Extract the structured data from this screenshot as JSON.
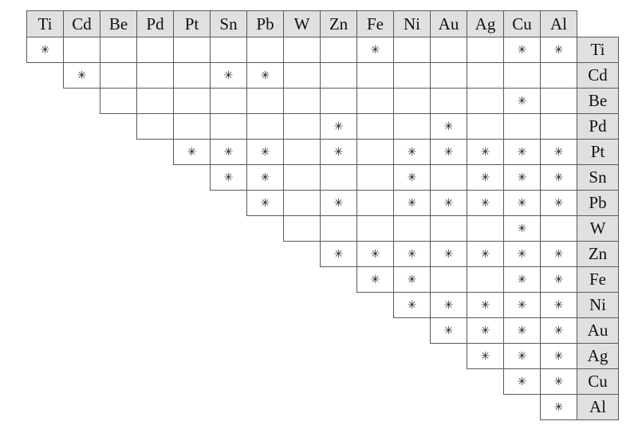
{
  "page": {
    "background": "#ffffff"
  },
  "matrix": {
    "mark_symbol": "✳",
    "colors": {
      "header_bg": "#e0e0e0",
      "cell_bg": "#ffffff",
      "border": "#595959",
      "text": "#111111",
      "mark": "#1c1c1c"
    }
  },
  "chart_data": {
    "type": "table",
    "title": "",
    "layout": "upper-triangular pair matrix; column headers on top, row labels on right; each row starts at its own diagonal column",
    "columns": [
      "Ti",
      "Cd",
      "Be",
      "Pd",
      "Pt",
      "Sn",
      "Pb",
      "W",
      "Zn",
      "Fe",
      "Ni",
      "Au",
      "Ag",
      "Cu",
      "Al"
    ],
    "rows": [
      "Ti",
      "Cd",
      "Be",
      "Pd",
      "Pt",
      "Sn",
      "Pb",
      "W",
      "Zn",
      "Fe",
      "Ni",
      "Au",
      "Ag",
      "Cu",
      "Al"
    ],
    "mark_symbol": "✳",
    "marked_pairs": {
      "Ti": [
        "Ti",
        "Fe",
        "Cu",
        "Al"
      ],
      "Cd": [
        "Cd",
        "Sn",
        "Pb"
      ],
      "Be": [
        "Cu"
      ],
      "Pd": [
        "Zn",
        "Au"
      ],
      "Pt": [
        "Pt",
        "Sn",
        "Pb",
        "Zn",
        "Ni",
        "Au",
        "Ag",
        "Cu",
        "Al"
      ],
      "Sn": [
        "Sn",
        "Pb",
        "Ni",
        "Ag",
        "Cu",
        "Al"
      ],
      "Pb": [
        "Pb",
        "Zn",
        "Ni",
        "Au",
        "Ag",
        "Cu",
        "Al"
      ],
      "W": [
        "Cu"
      ],
      "Zn": [
        "Zn",
        "Fe",
        "Ni",
        "Au",
        "Ag",
        "Cu",
        "Al"
      ],
      "Fe": [
        "Fe",
        "Ni",
        "Cu",
        "Al"
      ],
      "Ni": [
        "Ni",
        "Au",
        "Ag",
        "Cu",
        "Al"
      ],
      "Au": [
        "Au",
        "Ag",
        "Cu",
        "Al"
      ],
      "Ag": [
        "Ag",
        "Cu",
        "Al"
      ],
      "Cu": [
        "Cu",
        "Al"
      ],
      "Al": [
        "Al"
      ]
    }
  }
}
